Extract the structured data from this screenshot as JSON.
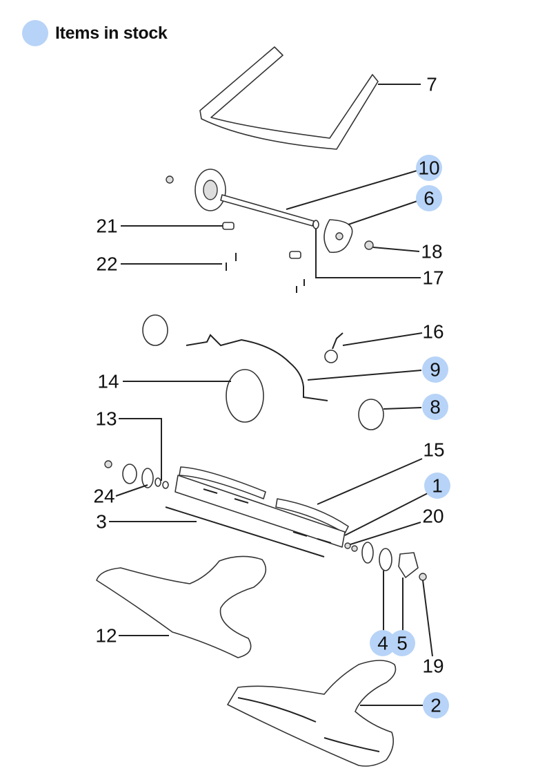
{
  "legend": {
    "label": "Items in stock",
    "color": "#b7d3f7"
  },
  "parts": [
    {
      "number": "7",
      "in_stock": false
    },
    {
      "number": "10",
      "in_stock": true
    },
    {
      "number": "6",
      "in_stock": true
    },
    {
      "number": "21",
      "in_stock": false
    },
    {
      "number": "18",
      "in_stock": false
    },
    {
      "number": "22",
      "in_stock": false
    },
    {
      "number": "17",
      "in_stock": false
    },
    {
      "number": "16",
      "in_stock": false
    },
    {
      "number": "9",
      "in_stock": true
    },
    {
      "number": "14",
      "in_stock": false
    },
    {
      "number": "8",
      "in_stock": true
    },
    {
      "number": "13",
      "in_stock": false
    },
    {
      "number": "15",
      "in_stock": false
    },
    {
      "number": "1",
      "in_stock": true
    },
    {
      "number": "24",
      "in_stock": false
    },
    {
      "number": "20",
      "in_stock": false
    },
    {
      "number": "3",
      "in_stock": false
    },
    {
      "number": "12",
      "in_stock": false
    },
    {
      "number": "4",
      "in_stock": true
    },
    {
      "number": "5",
      "in_stock": true
    },
    {
      "number": "19",
      "in_stock": false
    },
    {
      "number": "2",
      "in_stock": true
    }
  ]
}
